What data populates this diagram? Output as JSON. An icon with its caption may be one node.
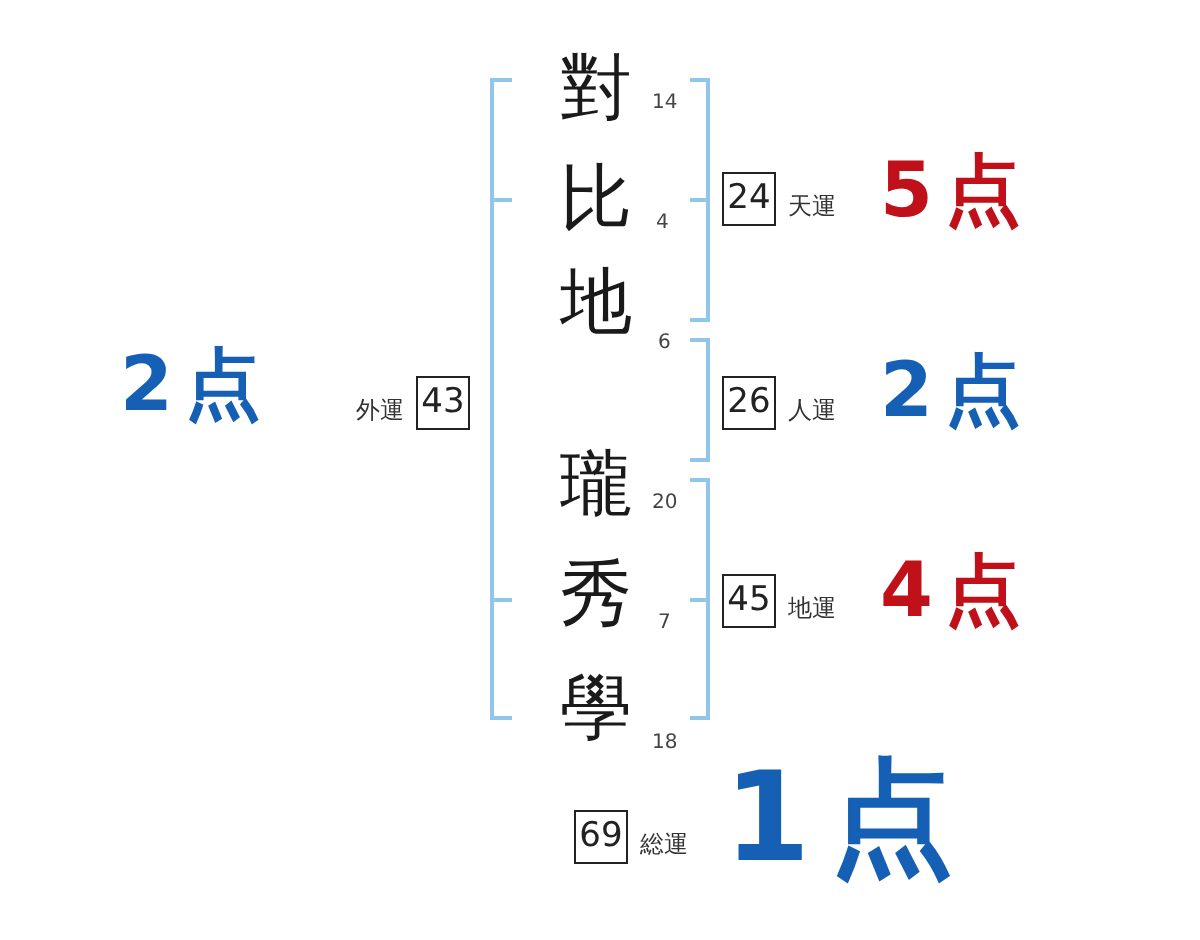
{
  "diagram": {
    "nodes": [
      {
        "text": [
          "24"
        ],
        "beside": [
          "天運"
        ]
      },
      {
        "text": [
          "43"
        ],
        "beside": [
          "外運"
        ]
      },
      {
        "text": [
          "26"
        ],
        "beside": [
          "人運"
        ]
      },
      {
        "text": [
          "45"
        ],
        "beside": [
          "地運"
        ]
      },
      {
        "text": [
          "69"
        ],
        "beside": [
          "総運"
        ]
      }
    ],
    "labels": [
      "對",
      "14",
      "比",
      "4",
      "5点",
      "地",
      "6",
      "2点",
      "2点",
      "瓏",
      "20",
      "秀",
      "7",
      "4点",
      "學",
      "18",
      "1点"
    ]
  }
}
